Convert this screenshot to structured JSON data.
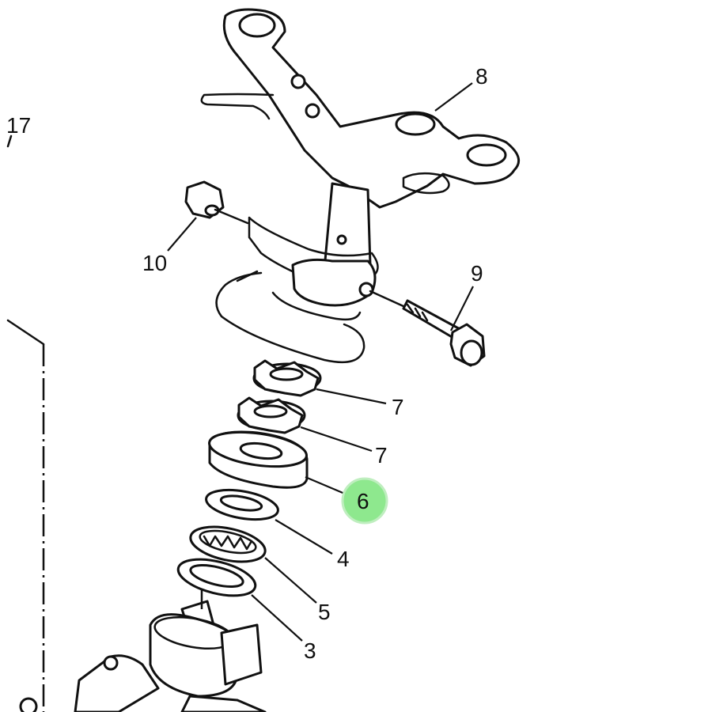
{
  "diagram": {
    "highlight_color": "#8ee88e",
    "callouts": {
      "c17": "17",
      "c8": "8",
      "c10": "10",
      "c9": "9",
      "c7a": "7",
      "c7b": "7",
      "c6": "6",
      "c4": "4",
      "c5": "5",
      "c3": "3"
    },
    "highlighted_callout": "6"
  }
}
